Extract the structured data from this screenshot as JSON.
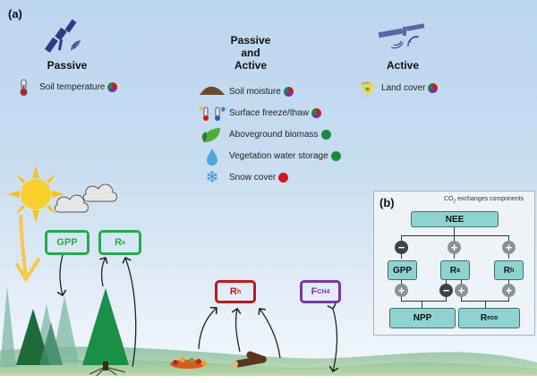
{
  "panel_a": {
    "label": "(a)",
    "sensors": {
      "passive": {
        "title": "Passive",
        "icon": "satellite-icon"
      },
      "passive_active": {
        "title_lines": [
          "Passive",
          "and",
          "Active"
        ]
      },
      "active": {
        "title": "Active",
        "icon": "radar-satellite-icon"
      }
    },
    "variables": {
      "passive": [
        {
          "label": "Soil temperature",
          "icon": "thermometer-icon",
          "marker": "tri-color"
        }
      ],
      "passive_active": [
        {
          "label": "Soil moisture",
          "icon": "soil-pile-icon",
          "marker": "tri-color"
        },
        {
          "label": "Surface freeze/thaw",
          "icon": "freeze-thaw-thermometer-icon",
          "marker": "tri-color"
        },
        {
          "label": "Aboveground biomass",
          "icon": "leaf-icon",
          "marker": "green"
        },
        {
          "label": "Vegetation water storage",
          "icon": "water-drop-icon",
          "marker": "green"
        },
        {
          "label": "Snow cover",
          "icon": "snowflake-icon",
          "marker": "red"
        }
      ],
      "active": [
        {
          "label": "Land cover",
          "icon": "africa-map-icon",
          "marker": "tri-color"
        }
      ]
    },
    "marker_colors": {
      "red": "#d01818",
      "purple": "#7a2db3",
      "green": "#1c8a3c"
    },
    "fluxes": {
      "gpp": {
        "label": "GPP",
        "color": "#1fae4b"
      },
      "ra": {
        "main": "R",
        "sub": "a",
        "color": "#1fae4b"
      },
      "rh": {
        "main": "R",
        "sub": "h",
        "color": "#c4161c"
      },
      "fch4": {
        "main": "F",
        "sub": "CH4",
        "color": "#7b35a8"
      }
    }
  },
  "panel_b": {
    "label": "(b)",
    "title_pre": "CO",
    "title_sub": "2",
    "title_post": " exchanges components",
    "nodes": {
      "nee": "NEE",
      "gpp": "GPP",
      "ra": {
        "main": "R",
        "sub": "a"
      },
      "rh": {
        "main": "R",
        "sub": "h"
      },
      "npp": "NPP",
      "reco": {
        "main": "R",
        "sub": "eco"
      }
    },
    "signs": {
      "nee_gpp": "−",
      "nee_ra": "+",
      "nee_rh": "+",
      "gpp_npp": "+",
      "ra_npp": "−",
      "ra_reco": "+",
      "rh_reco": "+"
    }
  }
}
